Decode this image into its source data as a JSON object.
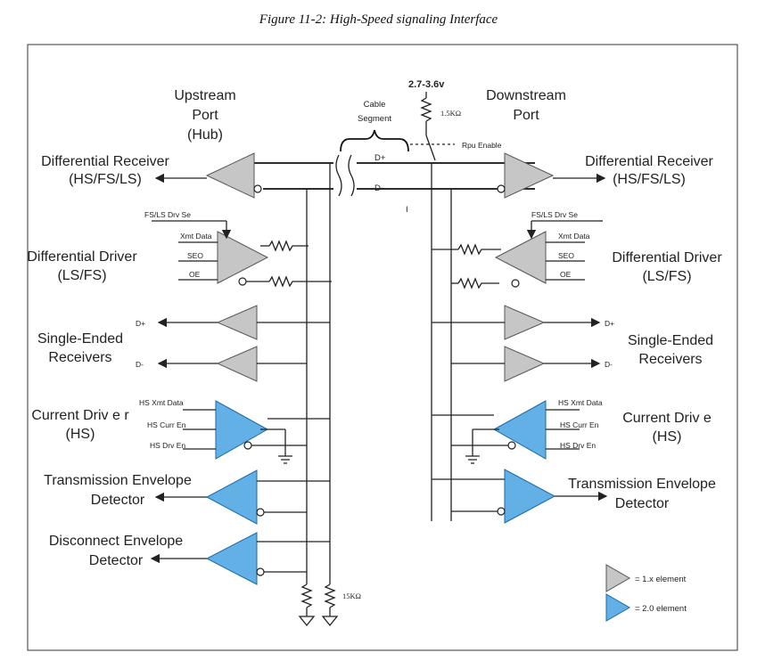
{
  "title": "Figure 11-2: High-Speed signaling Interface",
  "upstream": [
    "Upstream",
    "Port",
    "(Hub)"
  ],
  "downstream": [
    "Downstream",
    "Port"
  ],
  "cable": [
    "Cable",
    "Segment"
  ],
  "voltage": "2.7-3.6v",
  "pullup_resistor": "1.5KΩ",
  "rpu_enable": "Rpu Enable",
  "pulldown_resistor": "15KΩ",
  "lines": {
    "dplus": "D+",
    "dminus": "D-",
    "mark": "I"
  },
  "left": {
    "diff_receiver": [
      "Differential Receiver",
      "(HS/FS/LS)"
    ],
    "diff_driver": [
      "Differential Driver",
      "(LS/FS)"
    ],
    "single_ended": [
      "Single-Ended",
      "Receivers"
    ],
    "current_driver": [
      "Current Driv e r",
      "(HS)"
    ],
    "tx_env": [
      "Transmission Envelope",
      "Detector"
    ],
    "disc_env": [
      "Disconnect Envelope",
      "Detector"
    ]
  },
  "right": {
    "diff_receiver": [
      "Differential Receiver",
      "(HS/FS/LS)"
    ],
    "diff_driver": [
      "Differential Driver",
      "(LS/FS)"
    ],
    "single_ended": [
      "Single-Ended",
      "Receivers"
    ],
    "current_driver": [
      "Current Driv e",
      "(HS)"
    ],
    "tx_env": [
      "Transmission Envelope",
      "Detector"
    ]
  },
  "signals": {
    "fsls_drv_se": "FS/LS Drv Se",
    "xmt_data": "Xmt Data",
    "seo": "SEO",
    "oe": "OE",
    "dplus": "D+",
    "dminus": "D-",
    "hs_xmt_data": "HS Xmt Data",
    "hs_curr_en": "HS Curr En",
    "hs_drv_en": "HS Drv En"
  },
  "legend": {
    "gray": "= 1.x element",
    "blue": "= 2.0 element"
  },
  "colors": {
    "legacy": "#c6c6c6",
    "usb2": "#62b0e6"
  }
}
